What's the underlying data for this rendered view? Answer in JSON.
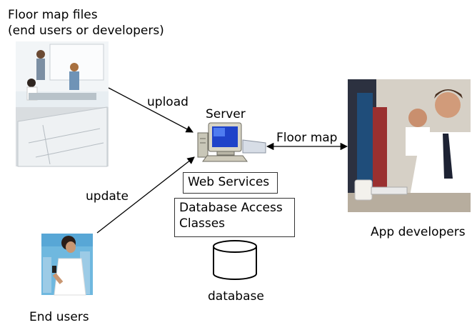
{
  "labels": {
    "floor_map_files_line1": "Floor map files",
    "floor_map_files_line2": "(end users or developers)",
    "upload": "upload",
    "server": "Server",
    "floor_map": "Floor map",
    "update": "update",
    "web_services": "Web Services",
    "db_access_line1": "Database Access",
    "db_access_line2": "Classes",
    "database": "database",
    "end_users": "End users",
    "app_developers": "App developers"
  },
  "icons": {
    "office_photo": "office-meeting-photo-icon",
    "server": "desktop-computer-icon",
    "database": "database-cylinder-icon",
    "end_user": "woman-with-phone-icon",
    "developers": "developers-at-computers-photo-icon"
  }
}
